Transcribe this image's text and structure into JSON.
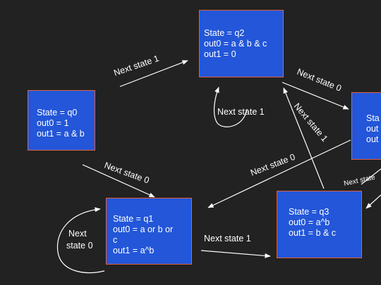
{
  "states": {
    "q0": {
      "line1": "State = q0",
      "line2": "out0 =  1",
      "line3": "out1 = a & b"
    },
    "q2": {
      "line1": "State = q2",
      "line2": "out0 = a & b & c",
      "line3": "out1 = 0"
    },
    "q1": {
      "line1": "State = q1",
      "line2": "out0 = a or b or",
      "line3": "c",
      "line4": "out1 = a^b"
    },
    "q3": {
      "line1": "State = q3",
      "line2": "out0 = a^b",
      "line3": "out1 = b & c"
    },
    "partial": {
      "line1": "Sta",
      "line2": "out",
      "line3": "out"
    }
  },
  "edges": {
    "q0_q2": "Next state 1",
    "q2_self": "Next state 1",
    "q2_right": "Next state 0",
    "q3_q2": "Next state 1",
    "right_q1": "Next state 0",
    "q0_q1": "Next state 0",
    "q1_self_1": "Next",
    "q1_self_2": "state 0",
    "q1_q3": "Next state 1",
    "right_q3": "Next state"
  },
  "colors": {
    "background": "#222222",
    "state_fill": "#2356d8",
    "state_border": "#e0603a",
    "text": "#ffffff"
  }
}
